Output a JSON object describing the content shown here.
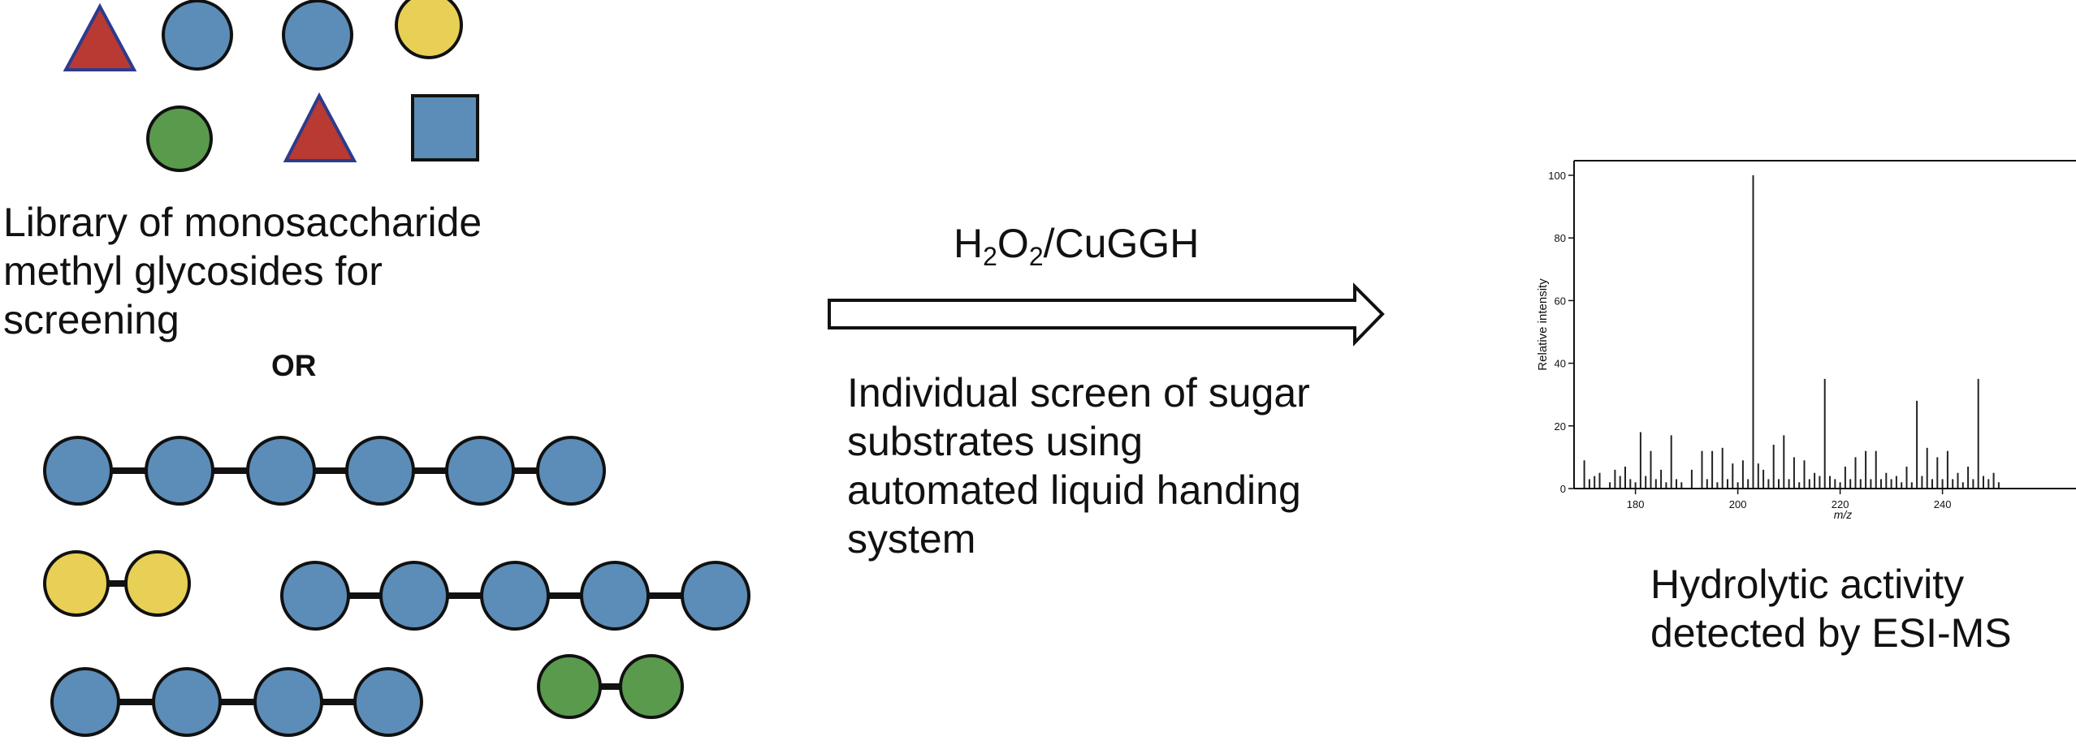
{
  "library_text": [
    "Library of monosaccharide",
    "methyl glycosides for",
    "screening"
  ],
  "or_label": "OR",
  "reagent": {
    "p1": "H",
    "s1": "2",
    "p2": "O",
    "s2": "2",
    "p3": "/CuGGH"
  },
  "screen_text": [
    "Individual screen of sugar",
    "substrates using",
    "automated liquid handing",
    "system"
  ],
  "ms_text": [
    "Hydrolytic activity",
    "detected by ESI-MS"
  ],
  "colors": {
    "blue": "#5b8db8",
    "yellow": "#e8cf55",
    "green": "#5a9a4d",
    "red": "#b83a32",
    "triangle_border": "#2e3b8c"
  },
  "icons": [
    "blue-circle-glucose-icon",
    "yellow-circle-galactose-icon",
    "green-circle-mannose-icon",
    "red-triangle-fucose-icon",
    "blue-square-glcnac-icon"
  ],
  "chart_data": {
    "type": "bar",
    "xlabel": "m/z",
    "ylabel": "Relative intensity",
    "xlim": [
      168,
      252
    ],
    "ylim": [
      0,
      100
    ],
    "xticks": [
      180,
      200,
      220,
      240
    ],
    "yticks": [
      0,
      20,
      40,
      60,
      80,
      100
    ],
    "peaks": [
      {
        "x": 170,
        "y": 9
      },
      {
        "x": 171,
        "y": 3
      },
      {
        "x": 172,
        "y": 4
      },
      {
        "x": 173,
        "y": 5
      },
      {
        "x": 175,
        "y": 2
      },
      {
        "x": 176,
        "y": 6
      },
      {
        "x": 177,
        "y": 4
      },
      {
        "x": 178,
        "y": 7
      },
      {
        "x": 179,
        "y": 3
      },
      {
        "x": 180,
        "y": 2
      },
      {
        "x": 181,
        "y": 18
      },
      {
        "x": 182,
        "y": 4
      },
      {
        "x": 183,
        "y": 12
      },
      {
        "x": 184,
        "y": 3
      },
      {
        "x": 185,
        "y": 6
      },
      {
        "x": 186,
        "y": 2
      },
      {
        "x": 187,
        "y": 17
      },
      {
        "x": 188,
        "y": 3
      },
      {
        "x": 189,
        "y": 2
      },
      {
        "x": 191,
        "y": 6
      },
      {
        "x": 193,
        "y": 12
      },
      {
        "x": 194,
        "y": 3
      },
      {
        "x": 195,
        "y": 12
      },
      {
        "x": 196,
        "y": 2
      },
      {
        "x": 197,
        "y": 13
      },
      {
        "x": 198,
        "y": 3
      },
      {
        "x": 199,
        "y": 8
      },
      {
        "x": 200,
        "y": 2
      },
      {
        "x": 201,
        "y": 9
      },
      {
        "x": 202,
        "y": 3
      },
      {
        "x": 203,
        "y": 100
      },
      {
        "x": 204,
        "y": 8
      },
      {
        "x": 205,
        "y": 6
      },
      {
        "x": 206,
        "y": 3
      },
      {
        "x": 207,
        "y": 14
      },
      {
        "x": 208,
        "y": 3
      },
      {
        "x": 209,
        "y": 17
      },
      {
        "x": 210,
        "y": 3
      },
      {
        "x": 211,
        "y": 10
      },
      {
        "x": 212,
        "y": 2
      },
      {
        "x": 213,
        "y": 9
      },
      {
        "x": 214,
        "y": 3
      },
      {
        "x": 215,
        "y": 5
      },
      {
        "x": 216,
        "y": 4
      },
      {
        "x": 217,
        "y": 35
      },
      {
        "x": 218,
        "y": 4
      },
      {
        "x": 219,
        "y": 3
      },
      {
        "x": 220,
        "y": 2
      },
      {
        "x": 221,
        "y": 7
      },
      {
        "x": 222,
        "y": 3
      },
      {
        "x": 223,
        "y": 10
      },
      {
        "x": 224,
        "y": 3
      },
      {
        "x": 225,
        "y": 12
      },
      {
        "x": 226,
        "y": 3
      },
      {
        "x": 227,
        "y": 12
      },
      {
        "x": 228,
        "y": 3
      },
      {
        "x": 229,
        "y": 5
      },
      {
        "x": 230,
        "y": 3
      },
      {
        "x": 231,
        "y": 4
      },
      {
        "x": 232,
        "y": 2
      },
      {
        "x": 233,
        "y": 7
      },
      {
        "x": 234,
        "y": 2
      },
      {
        "x": 235,
        "y": 28
      },
      {
        "x": 236,
        "y": 4
      },
      {
        "x": 237,
        "y": 13
      },
      {
        "x": 238,
        "y": 3
      },
      {
        "x": 239,
        "y": 10
      },
      {
        "x": 240,
        "y": 3
      },
      {
        "x": 241,
        "y": 12
      },
      {
        "x": 242,
        "y": 3
      },
      {
        "x": 243,
        "y": 5
      },
      {
        "x": 244,
        "y": 2
      },
      {
        "x": 245,
        "y": 7
      },
      {
        "x": 246,
        "y": 3
      },
      {
        "x": 247,
        "y": 35
      },
      {
        "x": 248,
        "y": 4
      },
      {
        "x": 249,
        "y": 3
      },
      {
        "x": 250,
        "y": 5
      },
      {
        "x": 251,
        "y": 2
      }
    ]
  }
}
